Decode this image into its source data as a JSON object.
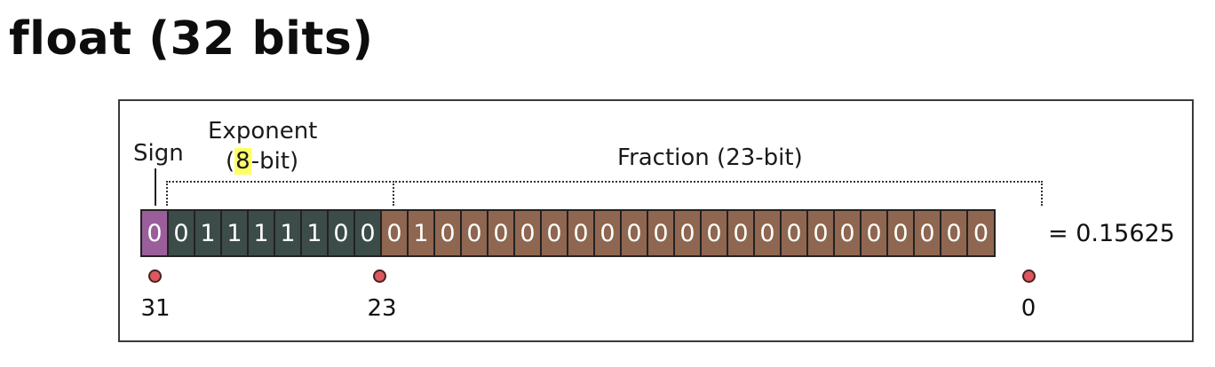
{
  "title": "float (32 bits)",
  "labels": {
    "sign": "Sign",
    "exponent_line1": "Exponent",
    "exponent_open": "(",
    "exponent_width": "8",
    "exponent_close": "-bit)",
    "fraction": "Fraction (23-bit)"
  },
  "bits": [
    "0",
    "0",
    "1",
    "1",
    "1",
    "1",
    "1",
    "0",
    "0",
    "0",
    "1",
    "0",
    "0",
    "0",
    "0",
    "0",
    "0",
    "0",
    "0",
    "0",
    "0",
    "0",
    "0",
    "0",
    "0",
    "0",
    "0",
    "0",
    "0",
    "0",
    "0",
    "0"
  ],
  "result": "= 0.15625",
  "bit_indices": [
    "31",
    "23",
    "0"
  ],
  "colors": {
    "sign": "#9a5f9b",
    "exponent": "#3c4c48",
    "fraction": "#8f6650",
    "highlight": "#ffff66",
    "marker": "#d9595e"
  }
}
